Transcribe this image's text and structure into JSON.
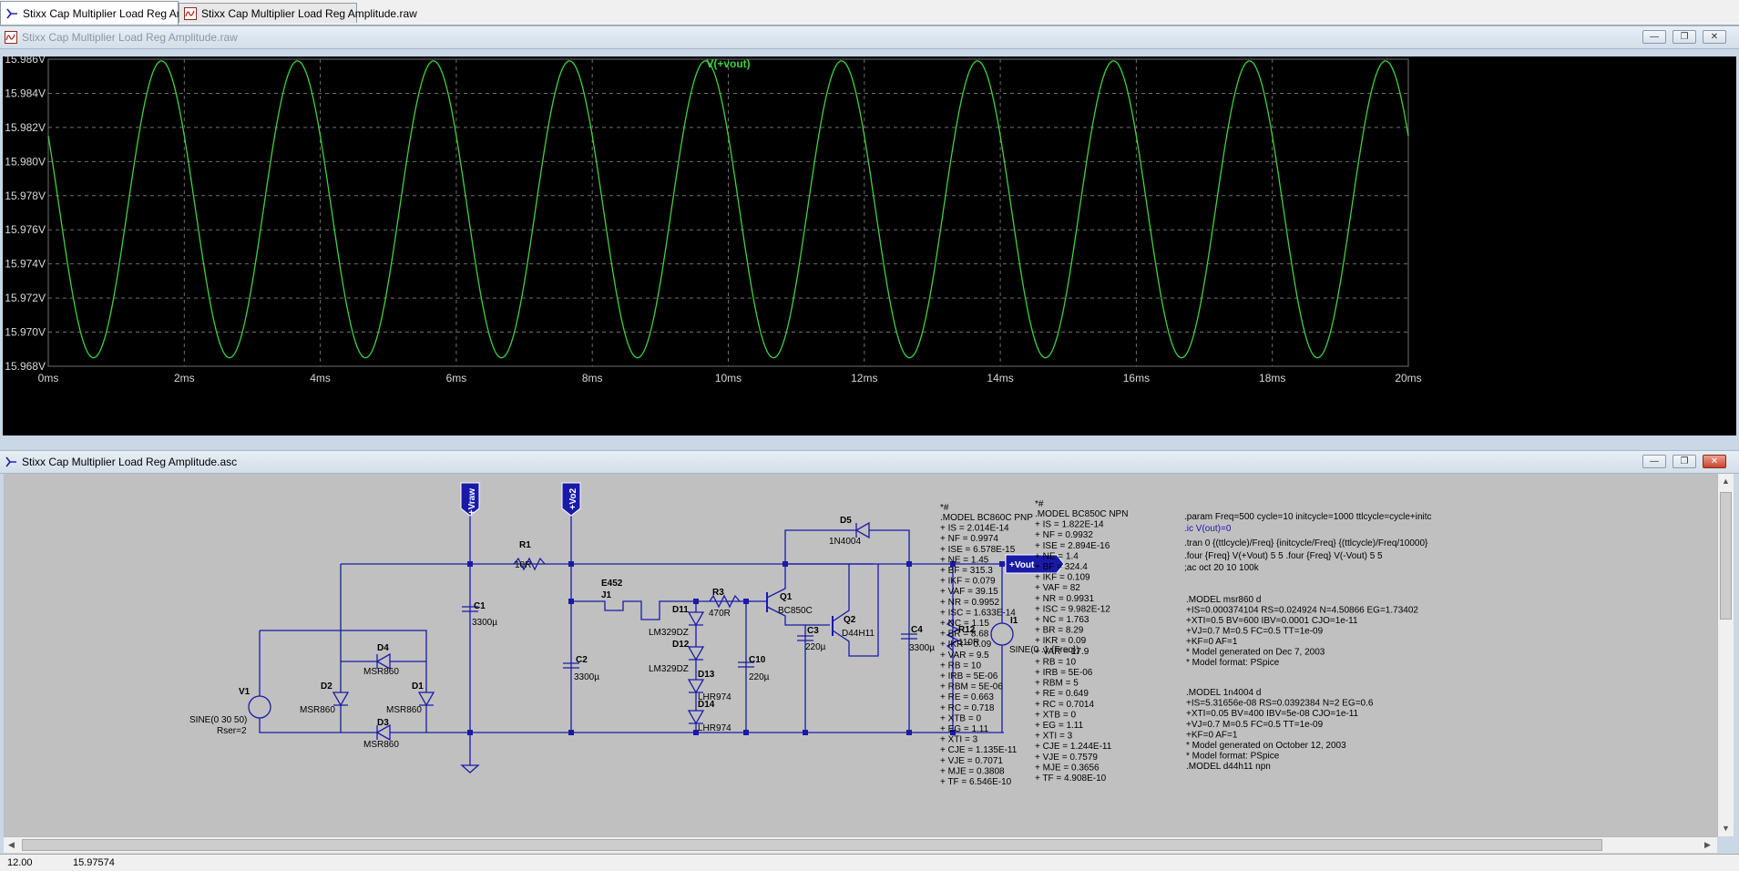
{
  "tabs": [
    {
      "label": "Stixx Cap Multiplier Load Reg Amplitude.asc",
      "icon": "schematic-icon"
    },
    {
      "label": "Stixx Cap Multiplier Load Reg Amplitude.raw",
      "icon": "waveform-icon"
    }
  ],
  "plot_window": {
    "title": "Stixx Cap Multiplier Load Reg Amplitude.raw"
  },
  "schematic_window": {
    "title": "Stixx Cap Multiplier Load Reg Amplitude.asc"
  },
  "colors": {
    "trace": "#3fd13f",
    "grid": "#6f6f6f",
    "plot_bg": "#000000",
    "wire": "#1a1aa8",
    "schem_bg": "#c0c0c0",
    "net_flag_fill": "#1a1aa8"
  },
  "chart_data": {
    "type": "line",
    "title": "V(+vout)",
    "series": [
      {
        "name": "V(+vout)",
        "waveform": "sine",
        "frequency_hz": 500,
        "center_v": 15.9772,
        "amplitude_v": 0.0087,
        "start_value_v": 15.9815,
        "start_phase": "falling"
      }
    ],
    "xlim": [
      0,
      20
    ],
    "x_unit": "ms",
    "ylim": [
      15.968,
      15.986
    ],
    "x_ticks": [
      "0ms",
      "2ms",
      "4ms",
      "6ms",
      "8ms",
      "10ms",
      "12ms",
      "14ms",
      "16ms",
      "18ms",
      "20ms"
    ],
    "y_ticks": [
      "15.986V",
      "15.984V",
      "15.982V",
      "15.980V",
      "15.978V",
      "15.976V",
      "15.974V",
      "15.972V",
      "15.970V",
      "15.968V"
    ],
    "grid": true
  },
  "schematic": {
    "net_flags": [
      "+Vraw",
      "+Vo2",
      "+Vout"
    ],
    "components": [
      {
        "ref": "V1",
        "value": "SINE(0 30 50)",
        "extra": "Rser=2"
      },
      {
        "ref": "D2",
        "value": "MSR860"
      },
      {
        "ref": "D4",
        "value": "MSR860"
      },
      {
        "ref": "D1",
        "value": "MSR860"
      },
      {
        "ref": "D3",
        "value": "MSR860"
      },
      {
        "ref": "C1",
        "value": "3300µ"
      },
      {
        "ref": "R1",
        "value": "10R"
      },
      {
        "ref": "C2",
        "value": "3300µ"
      },
      {
        "ref": "E452",
        "value": ""
      },
      {
        "ref": "J1",
        "value": ""
      },
      {
        "ref": "D11",
        "value": "LM329DZ"
      },
      {
        "ref": "D12",
        "value": "LM329DZ"
      },
      {
        "ref": "D13",
        "value": "LHR974"
      },
      {
        "ref": "D14",
        "value": "LHR974"
      },
      {
        "ref": "R3",
        "value": "470R"
      },
      {
        "ref": "C10",
        "value": "220µ"
      },
      {
        "ref": "Q1",
        "value": "BC850C"
      },
      {
        "ref": "C3",
        "value": "220µ"
      },
      {
        "ref": "Q2",
        "value": "D44H11"
      },
      {
        "ref": "D5",
        "value": "1N4004"
      },
      {
        "ref": "C4",
        "value": "3300µ"
      },
      {
        "ref": "R12",
        "value": "110R"
      },
      {
        "ref": "I1",
        "value": "SINE(0 .1 {Freq})"
      }
    ],
    "model_pnp": [
      ".MODEL BC860C PNP",
      "+ IS = 2.014E-14",
      "+ NF = 0.9974",
      "+ ISE = 6.578E-15",
      "+ NE = 1.45",
      "+ BF = 315.3",
      "+ IKF = 0.079",
      "+ VAF = 39.15",
      "+ NR = 0.9952",
      "+ ISC = 1.633E-14",
      "+ NC = 1.15",
      "+ BR = 8.68",
      "+ IKR = 0.09",
      "+ VAR = 9.5",
      "+ RB = 10",
      "+ IRB = 5E-06",
      "+ RBM = 5E-06",
      "+ RE = 0.663",
      "+ RC = 0.718",
      "+ XTB = 0",
      "+ EG = 1.11",
      "+ XTI = 3",
      "+ CJE = 1.135E-11",
      "+ VJE = 0.7071",
      "+ MJE = 0.3808",
      "+ TF = 6.546E-10"
    ],
    "model_npn": [
      ".MODEL BC850C NPN",
      "+ IS = 1.822E-14",
      "+ NF = 0.9932",
      "+ ISE = 2.894E-16",
      "+ NE = 1.4",
      "+ BF = 324.4",
      "+ IKF = 0.109",
      "+ VAF = 82",
      "+ NR = 0.9931",
      "+ ISC = 9.982E-12",
      "+ NC = 1.763",
      "+ BR = 8.29",
      "+ IKR = 0.09",
      "+ VAR = 17.9",
      "+ RB = 10",
      "+ IRB = 5E-06",
      "+ RBM = 5",
      "+ RE = 0.649",
      "+ RC = 0.7014",
      "+ XTB = 0",
      "+ EG = 1.11",
      "+ XTI = 3",
      "+ CJE = 1.244E-11",
      "+ VJE = 0.7579",
      "+ MJE = 0.3656",
      "+ TF = 4.908E-10"
    ],
    "star_mark": "*#",
    "directives": {
      "param": ".param Freq=500 cycle=10 initcycle=1000 ttlcycle=cycle+initc",
      "ic": ".ic V(out)=0",
      "tran": ".tran 0 {(ttlcycle)/Freq} {initcycle/Freq} {(ttlcycle)/Freq/10000}",
      "four": ".four {Freq} V(+Vout) 5 5     .four {Freq} V(-Vout) 5 5",
      "ac": ";ac oct 20 10 100k"
    },
    "model_msr860": [
      ".MODEL msr860 d",
      "+IS=0.000374104 RS=0.024924 N=4.50866 EG=1.73402",
      "+XTI=0.5 BV=600 IBV=0.0001 CJO=1e-11",
      "+VJ=0.7 M=0.5 FC=0.5 TT=1e-09",
      "+KF=0 AF=1",
      "* Model generated on Dec  7, 2003",
      "* Model format: PSpice"
    ],
    "model_1n4004": [
      ".MODEL 1n4004 d",
      "+IS=5.31656e-08 RS=0.0392384 N=2 EG=0.6",
      "+XTI=0.05 BV=400 IBV=5e-08 CJO=1e-11",
      "+VJ=0.7 M=0.5 FC=0.5 TT=1e-09",
      "+KF=0 AF=1",
      "* Model generated on October 12, 2003",
      "* Model format: PSpice",
      ".MODEL d44h11 npn"
    ]
  },
  "status": {
    "left": "12.00",
    "right": "15.97574"
  }
}
